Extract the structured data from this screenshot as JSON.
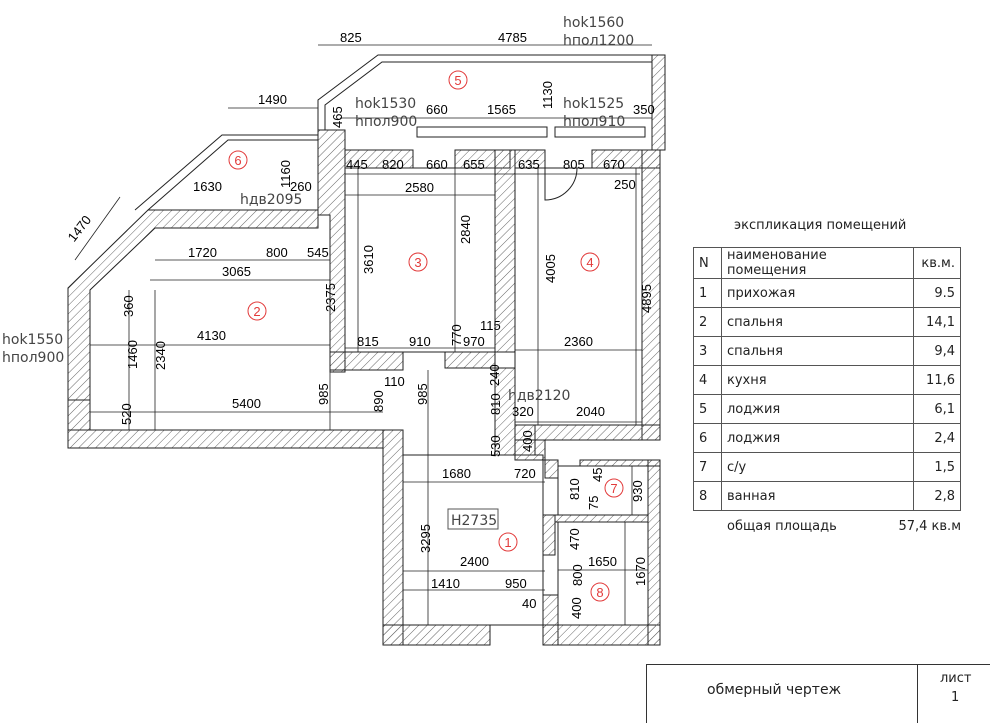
{
  "legend": {
    "title": "экспликация помещений",
    "headers": [
      "N",
      "наименование помещения",
      "кв.м."
    ],
    "rows": [
      {
        "n": "1",
        "name": "прихожая",
        "area": "9.5"
      },
      {
        "n": "2",
        "name": "спальня",
        "area": "14,1"
      },
      {
        "n": "3",
        "name": "спальня",
        "area": "9,4"
      },
      {
        "n": "4",
        "name": "кухня",
        "area": "11,6"
      },
      {
        "n": "5",
        "name": "лоджия",
        "area": "6,1"
      },
      {
        "n": "6",
        "name": "лоджия",
        "area": "2,4"
      },
      {
        "n": "7",
        "name": "с/у",
        "area": "1,5"
      },
      {
        "n": "8",
        "name": "ванная",
        "area": "2,8"
      }
    ],
    "total_label": "общая площадь",
    "total_value": "57,4 кв.м"
  },
  "title_block": {
    "name": "обмерный чертеж",
    "sheet_label": "лист",
    "sheet_number": "1"
  },
  "plan": {
    "ceiling_height": "H2735",
    "room_numbers": [
      "1",
      "2",
      "3",
      "4",
      "5",
      "6",
      "7",
      "8"
    ],
    "openings": {
      "hok1560": "hok1560",
      "hpol1200": "hпол1200",
      "hok1530": "hok1530",
      "hpol900a": "hпол900",
      "hok1525": "hok1525",
      "hpol910": "hпол910",
      "hdv2095": "hдв2095",
      "hdv2120": "hдв2120",
      "hok1550": "hok1550",
      "hpol900b": "hпол900"
    },
    "dimensions": {
      "d825": "825",
      "d4785": "4785",
      "d1490": "1490",
      "d465": "465",
      "d660a": "660",
      "d1565": "1565",
      "d1130": "1130",
      "d350": "350",
      "d1160": "1160",
      "d260": "260",
      "d1630": "1630",
      "d1470": "1470",
      "d445": "445",
      "d820": "820",
      "d660b": "660",
      "d655": "655",
      "d635": "635",
      "d805": "805",
      "d670": "670",
      "d250": "250",
      "d2580": "2580",
      "d1720": "1720",
      "d800a": "800",
      "d545": "545",
      "d3065": "3065",
      "d3610": "3610",
      "d2840": "2840",
      "d4005": "4005",
      "d4895": "4895",
      "d2375": "2375",
      "d360": "360",
      "d4130": "4130",
      "d1460": "1460",
      "d2340": "2340",
      "d115": "115",
      "d815": "815",
      "d910": "910",
      "d770": "770",
      "d970": "970",
      "d2360": "2360",
      "d110": "110",
      "d985a": "985",
      "d985b": "985",
      "d890": "890",
      "d240": "240",
      "d810a": "810",
      "d320": "320",
      "d2040": "2040",
      "d520": "520",
      "d5400": "5400",
      "d530": "530",
      "d400a": "400",
      "d1680": "1680",
      "d720": "720",
      "d45": "45",
      "d810b": "810",
      "d75": "75",
      "d930": "930",
      "d3295": "3295",
      "d470": "470",
      "d2400": "2400",
      "d1650": "1650",
      "d800b": "800",
      "d1670": "1670",
      "d1410": "1410",
      "d950": "950",
      "d40": "40",
      "d400b": "400"
    }
  }
}
